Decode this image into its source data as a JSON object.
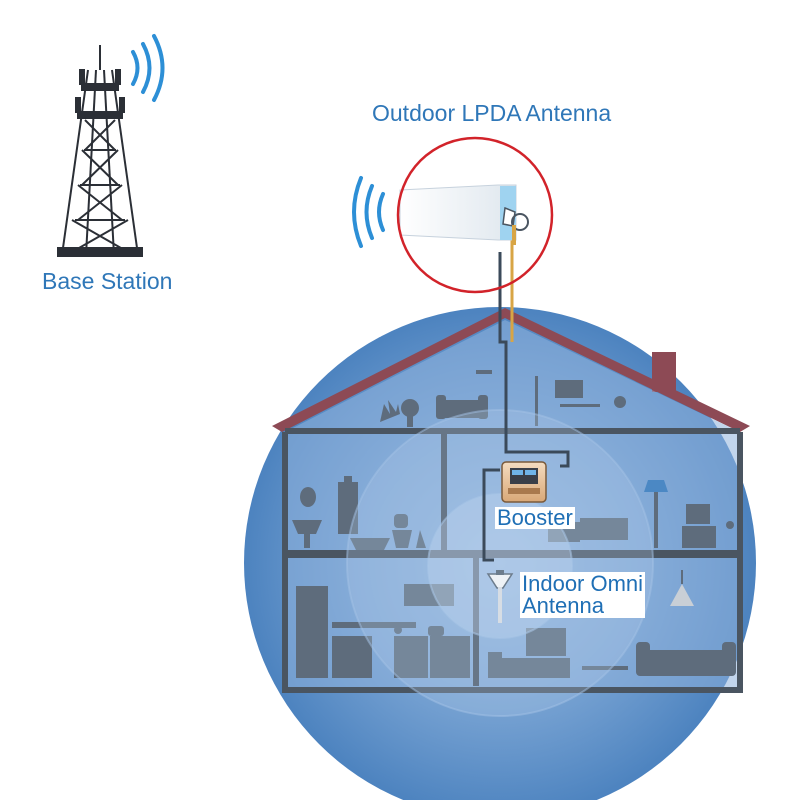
{
  "labels": {
    "base_station": "Base Station",
    "outdoor_antenna": "Outdoor LPDA Antenna",
    "booster": "Booster",
    "indoor_line1": "Indoor Omni",
    "indoor_line2": "Antenna"
  },
  "colors": {
    "label_blue": "#2f77b8",
    "coverage_blue": "#2e6fb3",
    "highlight_red": "#d2232a",
    "roof": "#8d4a55",
    "cable": "#d8a545"
  }
}
